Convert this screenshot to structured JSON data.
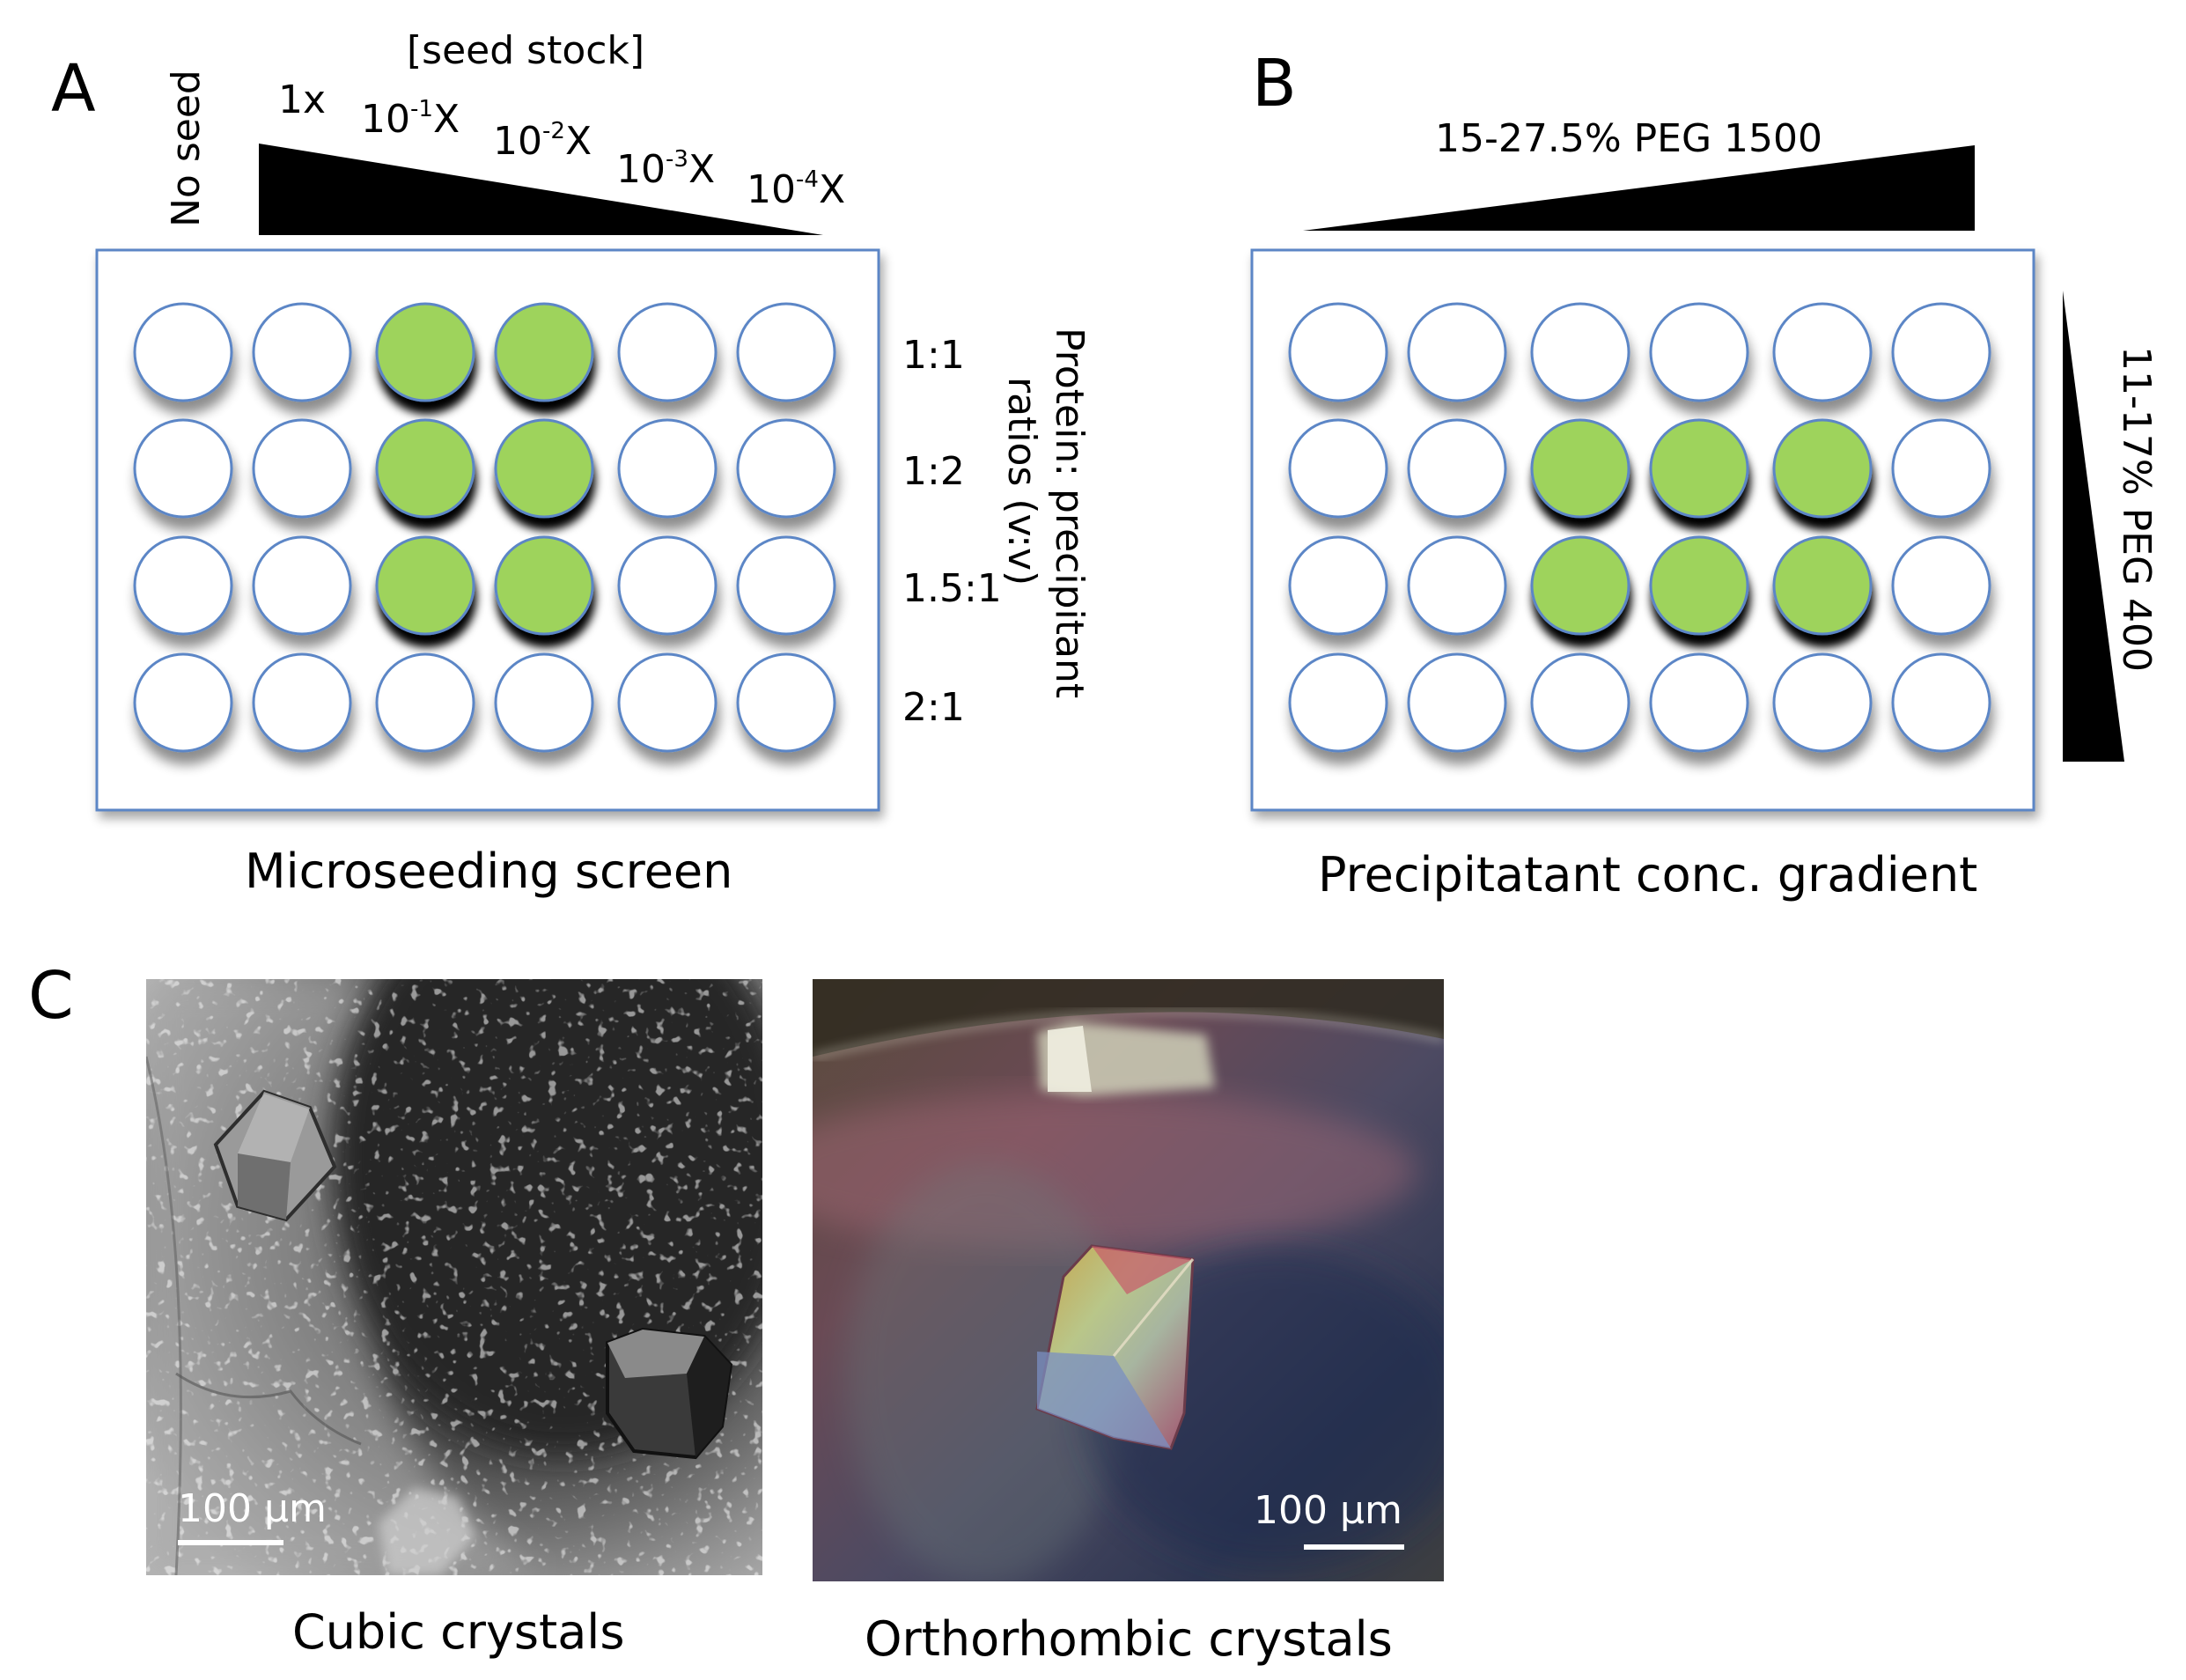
{
  "panel_a": {
    "letter": "A",
    "no_seed": "No seed",
    "seed_stock_title": "[seed stock]",
    "dilutions": [
      {
        "base": "1x",
        "exp": "",
        "suffix": ""
      },
      {
        "base": "10",
        "exp": "-1",
        "suffix": "X"
      },
      {
        "base": "10",
        "exp": "-2",
        "suffix": "X"
      },
      {
        "base": "10",
        "exp": "-3",
        "suffix": "X"
      },
      {
        "base": "10",
        "exp": "-4",
        "suffix": "X"
      }
    ],
    "row_labels": [
      "1:1",
      "1:2",
      "1.5:1",
      "2:1"
    ],
    "ratio_axis_line1": "Protein: precipitant",
    "ratio_axis_line2": "ratios (v:v)",
    "caption": "Microseeding screen",
    "filled_wells": [
      [
        0,
        2
      ],
      [
        0,
        3
      ],
      [
        1,
        2
      ],
      [
        1,
        3
      ],
      [
        2,
        2
      ],
      [
        2,
        3
      ]
    ]
  },
  "panel_b": {
    "letter": "B",
    "top_gradient_label": "15-27.5% PEG 1500",
    "side_gradient_label": "11-17% PEG 400",
    "caption": "Precipitatant conc. gradient",
    "filled_wells": [
      [
        1,
        2
      ],
      [
        1,
        3
      ],
      [
        1,
        4
      ],
      [
        2,
        2
      ],
      [
        2,
        3
      ],
      [
        2,
        4
      ]
    ]
  },
  "panel_c": {
    "letter": "C",
    "left_caption": "Cubic crystals",
    "right_caption": "Orthorhombic crystals",
    "left_scale": "100 µm",
    "right_scale": "100 µm"
  },
  "colors": {
    "well_fill": "#9ed35c",
    "well_stroke": "#5b86c6",
    "plate_stroke": "#5b86c6",
    "wedge": "#000000"
  }
}
